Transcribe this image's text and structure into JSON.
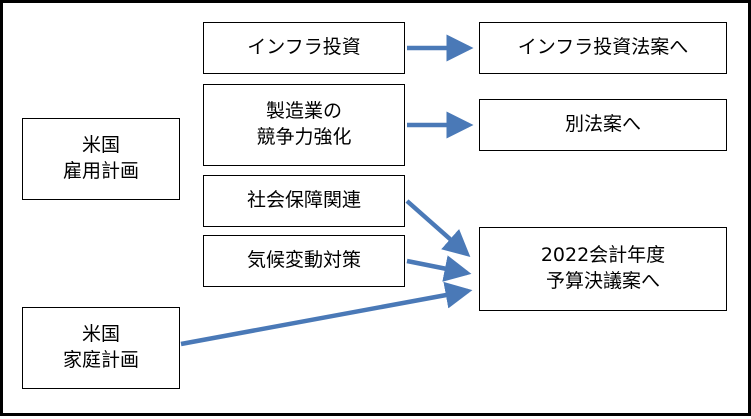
{
  "colors": {
    "arrow": "#4a79b7",
    "border": "#000000",
    "background": "#ffffff"
  },
  "nodes": {
    "us_jobs_plan": "米国\n雇用計画",
    "us_families_plan": "米国\n家庭計画",
    "infrastructure_investment": "インフラ投資",
    "manufacturing_competitiveness": "製造業の\n競争力強化",
    "social_security": "社会保障関連",
    "climate_measures": "気候変動対策",
    "to_infrastructure_bill": "インフラ投資法案へ",
    "to_separate_bill": "別法案へ",
    "to_budget_resolution": "2022会計年度\n予算決議案へ"
  }
}
